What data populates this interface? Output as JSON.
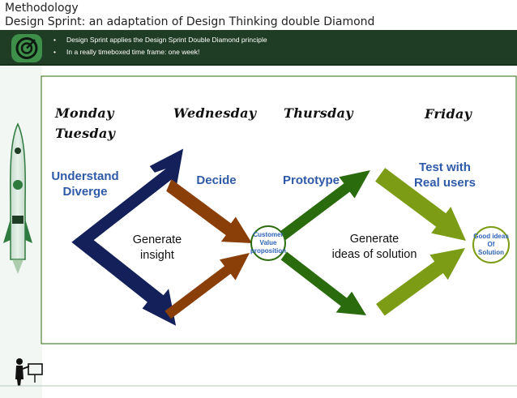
{
  "header": {
    "line1": "Methodology",
    "line2": "Design Sprint: an adaptation of Design Thinking double Diamond"
  },
  "bullets": [
    "Design Sprint applies the Design Sprint Double Diamond principle",
    "In a really timeboxed time frame: one week!"
  ],
  "days": {
    "monday": "Monday",
    "tuesday": "Tuesday",
    "wednesday": "Wednesday",
    "thursday": "Thursday",
    "friday": "Friday"
  },
  "phases": {
    "understand": [
      "Understand",
      "Diverge"
    ],
    "decide": "Decide",
    "prototype": "Prototype",
    "test": [
      "Test with",
      "Real users"
    ]
  },
  "center": {
    "generate_insight": [
      "Generate",
      "insight"
    ],
    "generate_ideas": [
      "Generate",
      "ideas of solution"
    ]
  },
  "nodes": {
    "customer_value": [
      "Customer",
      "Value",
      "proposition"
    ],
    "good_ideas": [
      "Good ideas",
      "Of",
      "Solution"
    ]
  },
  "colors": {
    "navy": "#13205a",
    "brown": "#8a3f08",
    "dark_green": "#2a6b0e",
    "olive": "#7b9c14",
    "label_blue": "#2e5aa8",
    "banner_green": "#1f3d24",
    "sidebar_green": "#2f7a3f"
  },
  "icons": [
    "target-icon",
    "rocket-icon",
    "presenter-icon"
  ]
}
